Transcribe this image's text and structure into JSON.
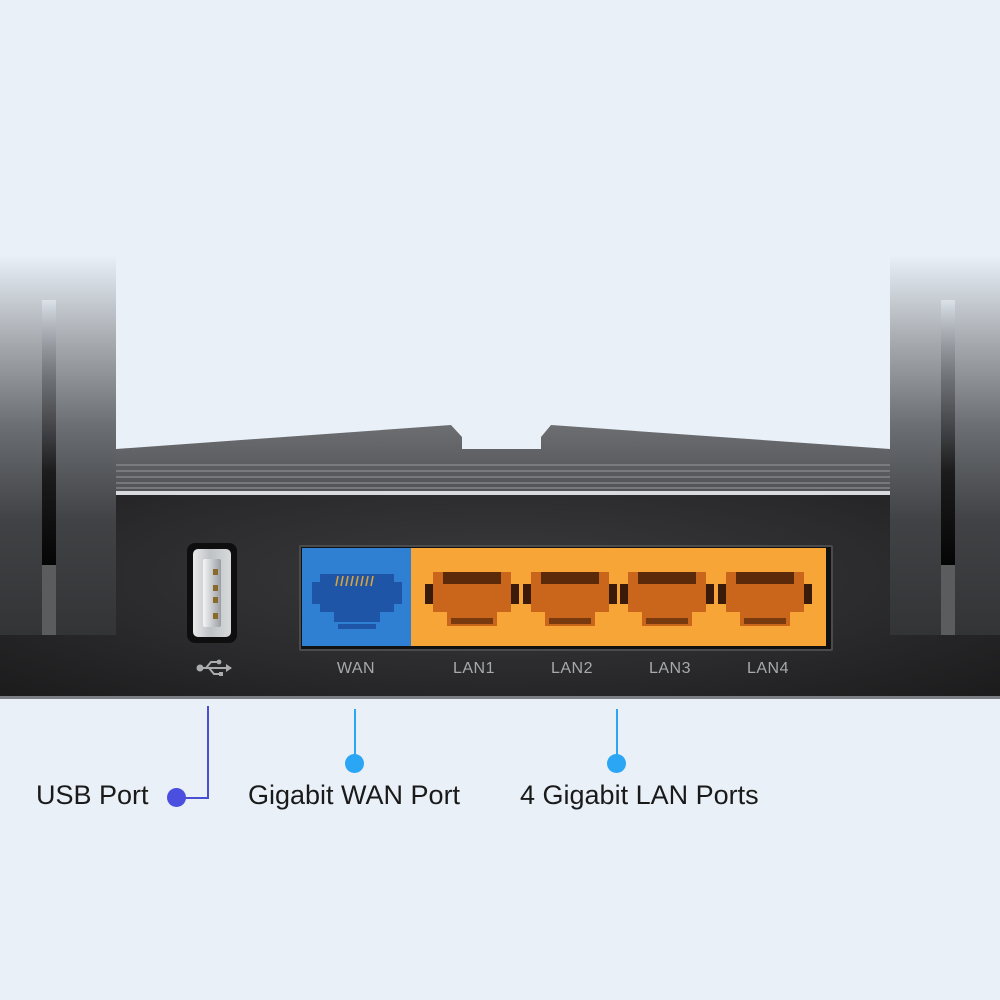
{
  "device": {
    "usb_icon": "usb-trident-icon",
    "ports": [
      {
        "id": "wan",
        "label": "WAN",
        "color": "#2f7fd3"
      },
      {
        "id": "lan1",
        "label": "LAN1",
        "color": "#f7a537"
      },
      {
        "id": "lan2",
        "label": "LAN2",
        "color": "#f7a537"
      },
      {
        "id": "lan3",
        "label": "LAN3",
        "color": "#f7a537"
      },
      {
        "id": "lan4",
        "label": "LAN4",
        "color": "#f7a537"
      }
    ]
  },
  "callouts": [
    {
      "id": "usb",
      "text": "USB Port",
      "line_color": "#4a4fd0",
      "dot_color": "#4a4fe0"
    },
    {
      "id": "wan",
      "text": "Gigabit WAN Port",
      "line_color": "#2aa6f5",
      "dot_color": "#2aa6f5"
    },
    {
      "id": "lan",
      "text": "4 Gigabit LAN Ports",
      "line_color": "#2aa6f5",
      "dot_color": "#2aa6f5"
    }
  ],
  "colors": {
    "background": "#e9f0f8",
    "router_body": "#2b2b2d",
    "label_gray": "#a7a9ac"
  }
}
